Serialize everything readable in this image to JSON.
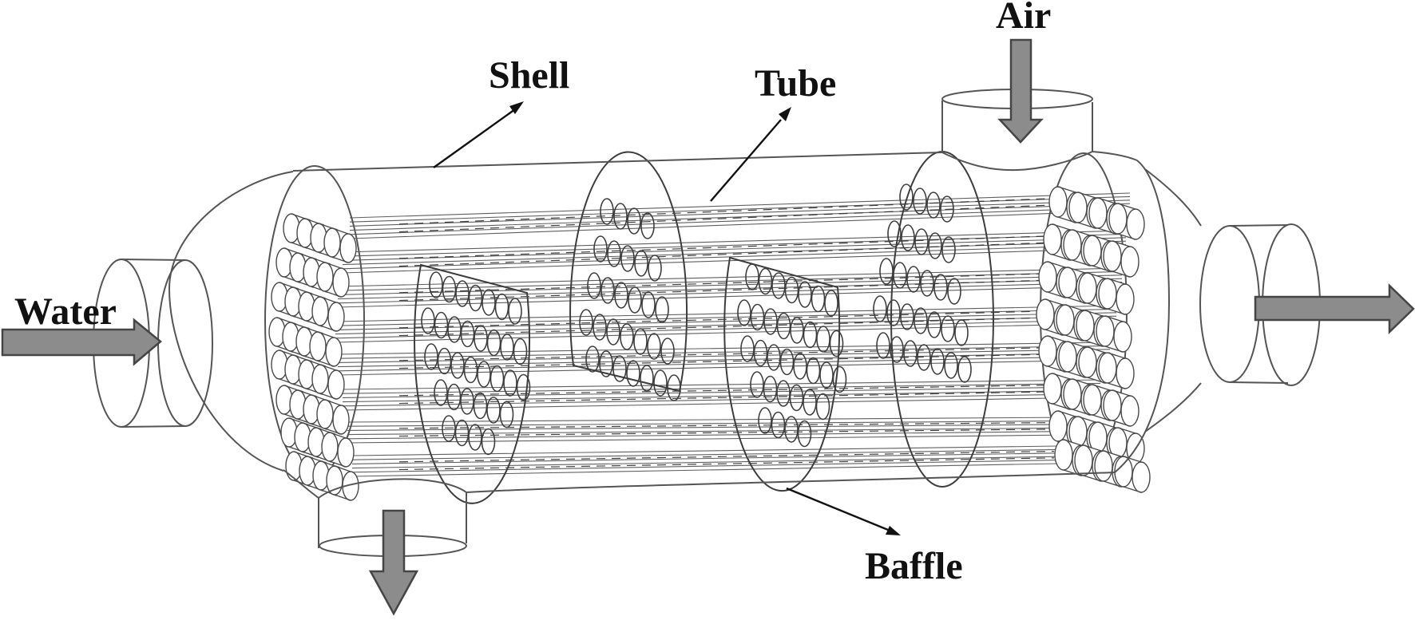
{
  "figure": {
    "type": "technical-diagram",
    "subject": "Shell and tube heat exchanger",
    "background": "#ffffff"
  },
  "labels": {
    "shell": "Shell",
    "tube": "Tube",
    "baffle": "Baffle",
    "air": "Air",
    "water": "Water"
  },
  "flows": {
    "water_inlet": {
      "label": "Water",
      "direction": "right",
      "location": "left nozzle"
    },
    "air_inlet": {
      "label": "Air",
      "direction": "down",
      "location": "top right nozzle"
    },
    "shell_outlet": {
      "direction": "right",
      "location": "right nozzle"
    },
    "bottom_outlet": {
      "direction": "down",
      "location": "bottom left nozzle"
    }
  },
  "structure": {
    "tube_rows": 8,
    "segmental_baffles": 2,
    "full_baffle_plates": 2,
    "tube_sheets": 2,
    "nozzles": 4
  },
  "style": {
    "line_color": "#555555",
    "tube_line_color": "#444444",
    "plate_color": "#3d3d3d",
    "annotation_color": "#111111",
    "arrow_fill": "#8c8c8c",
    "arrow_border": "#454545",
    "text_color": "#111111",
    "background": "#ffffff"
  }
}
